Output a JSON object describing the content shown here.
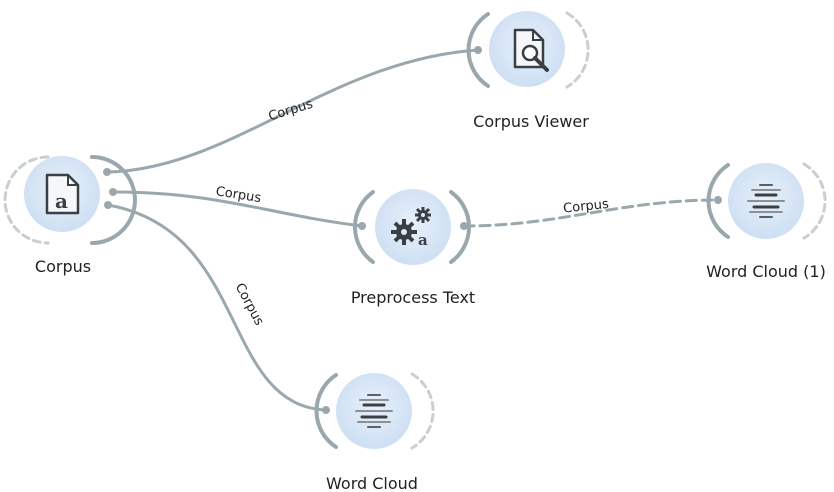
{
  "workflow": {
    "nodes": [
      {
        "id": "corpus",
        "label": "Corpus",
        "icon": "document-a-icon",
        "has_input": false,
        "has_output": true
      },
      {
        "id": "corpus_viewer",
        "label": "Corpus Viewer",
        "icon": "document-magnifier-icon",
        "has_input": true,
        "has_output": false
      },
      {
        "id": "preprocess_text",
        "label": "Preprocess Text",
        "icon": "gears-a-icon",
        "has_input": true,
        "has_output": true
      },
      {
        "id": "word_cloud_1",
        "label": "Word Cloud (1)",
        "icon": "word-cloud-icon",
        "has_input": true,
        "has_output": false
      },
      {
        "id": "word_cloud",
        "label": "Word Cloud",
        "icon": "word-cloud-icon",
        "has_input": true,
        "has_output": false
      }
    ],
    "links": [
      {
        "id": "link_corpus_viewer",
        "from": "corpus",
        "to": "corpus_viewer",
        "label": "Corpus",
        "style": "solid"
      },
      {
        "id": "link_corpus_preprocess",
        "from": "corpus",
        "to": "preprocess_text",
        "label": "Corpus",
        "style": "solid"
      },
      {
        "id": "link_corpus_wordcloud",
        "from": "corpus",
        "to": "word_cloud",
        "label": "Corpus",
        "style": "solid"
      },
      {
        "id": "link_preprocess_wordcloud1",
        "from": "preprocess_text",
        "to": "word_cloud_1",
        "label": "Corpus",
        "style": "dashed"
      }
    ],
    "colors": {
      "node_fill": "#dfe9f6",
      "node_fill_inner": "#cfe0f4",
      "link": "#9aa8ad",
      "arc": "#9aa8ad",
      "arc_dashed": "#c9cfd1",
      "icon": "#3a3f44"
    }
  }
}
